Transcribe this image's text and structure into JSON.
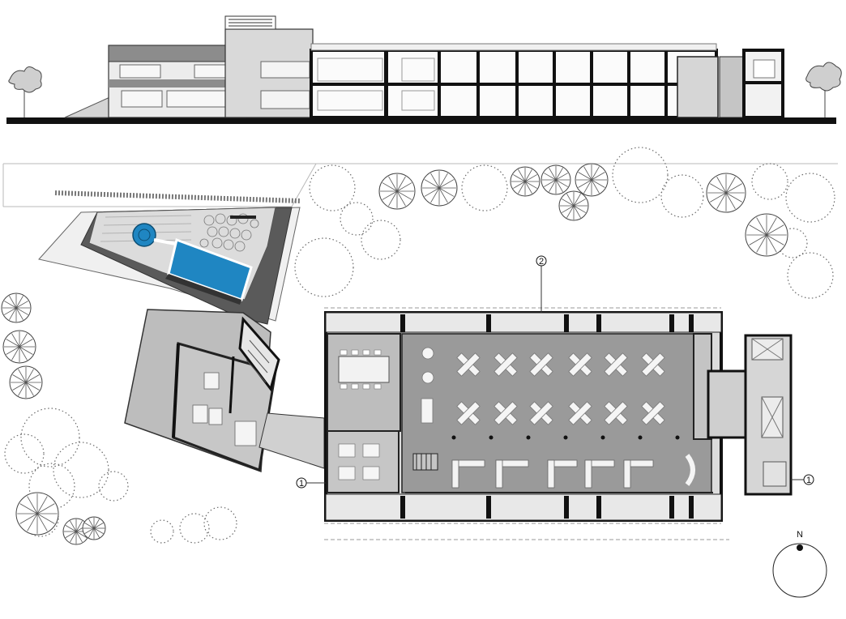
{
  "section_markers": {
    "marker_1_west": "1",
    "marker_1_east": "1",
    "marker_2": "2"
  },
  "north_arrow": {
    "label": "N"
  },
  "colors": {
    "wall": "#1a1a1a",
    "slab_dark": "#5f5f5f",
    "floor": "#9a9a9a",
    "floor_light": "#c8c8c8",
    "facade": "#e3e3e3",
    "pool": "#1f86c2",
    "tree_line": "#6a6a6a"
  },
  "icons": [
    "tree-icon",
    "shrub-icon",
    "north-arrow-icon",
    "section-marker-icon"
  ]
}
